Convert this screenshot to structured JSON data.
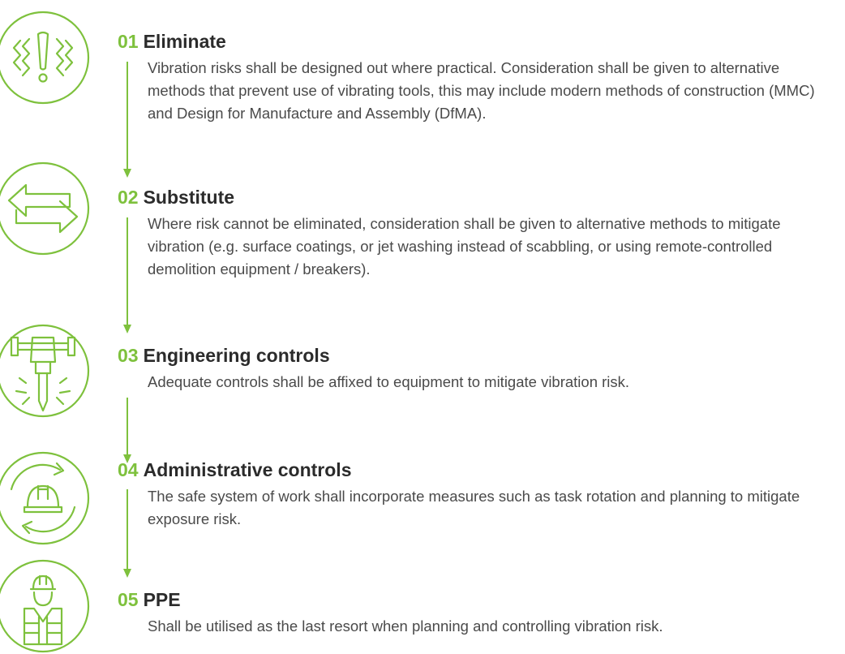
{
  "accent_color": "#7ec13d",
  "steps": [
    {
      "number": "01",
      "title": "Eliminate",
      "icon": "vibration-warning-icon",
      "description": "Vibration risks shall be designed out where practical. Consideration shall be given to alternative methods that prevent use of vibrating tools, this may include modern methods of construction (MMC) and Design for Manufacture and Assembly (DfMA)."
    },
    {
      "number": "02",
      "title": "Substitute",
      "icon": "swap-arrows-icon",
      "description": "Where risk cannot be eliminated, consideration shall be given to alternative methods to mitigate vibration (e.g. surface coatings, or jet washing instead of scabbling, or using remote-controlled demolition equipment / breakers)."
    },
    {
      "number": "03",
      "title": "Engineering controls",
      "icon": "jackhammer-icon",
      "description": "Adequate controls shall be affixed to equipment to mitigate vibration risk."
    },
    {
      "number": "04",
      "title": "Administrative controls",
      "icon": "hardhat-rotation-icon",
      "description": "The safe system of work shall incorporate measures such as task rotation and planning to mitigate exposure risk."
    },
    {
      "number": "05",
      "title": "PPE",
      "icon": "worker-ppe-icon",
      "description": "Shall be utilised as the last resort when planning and controlling vibration risk."
    }
  ]
}
